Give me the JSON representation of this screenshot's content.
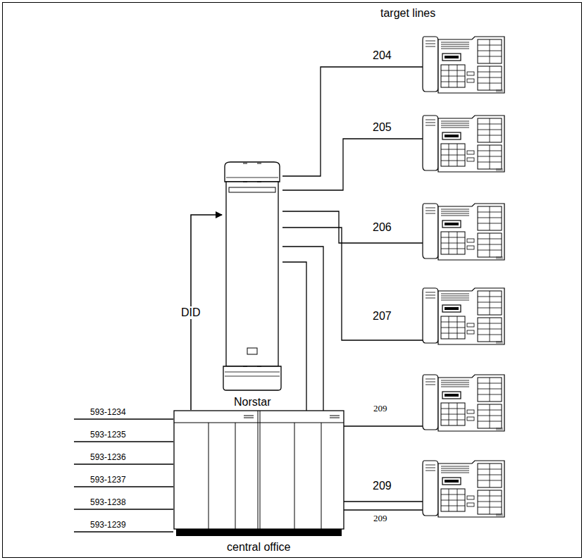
{
  "diagram": {
    "nodes": [
      {
        "text": [
          "Norstar"
        ]
      },
      {
        "text": [
          "central office"
        ]
      }
    ],
    "edges": [
      {
        "from": 1,
        "to": 0,
        "arrow": "to",
        "label": "DID"
      }
    ],
    "labels": [
      "target lines",
      "204",
      "205",
      "206",
      "207",
      "209",
      "209",
      "209",
      "593-1234",
      "593-1235",
      "593-1236",
      "593-1237",
      "593-1238",
      "593-1239"
    ]
  }
}
